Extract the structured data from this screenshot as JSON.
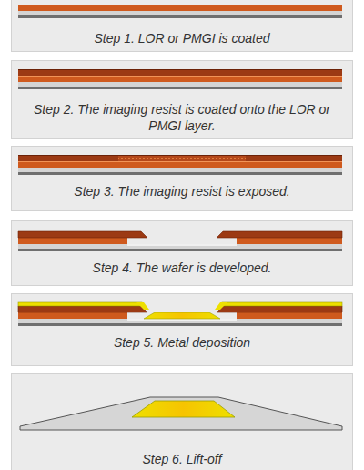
{
  "diagram": {
    "nodes": [
      {
        "text": [
          "Step 1. LOR or PMGI is coated"
        ]
      },
      {
        "text": [
          "Step 2. The imaging resist is coated onto the LOR or PMGI layer."
        ]
      },
      {
        "text": [
          "Step 3. The imaging resist is exposed."
        ]
      },
      {
        "text": [
          "Step 4. The wafer is developed."
        ]
      },
      {
        "text": [
          "Step 5. Metal deposition"
        ]
      },
      {
        "text": [
          "Step 6. Lift-off"
        ]
      }
    ]
  }
}
